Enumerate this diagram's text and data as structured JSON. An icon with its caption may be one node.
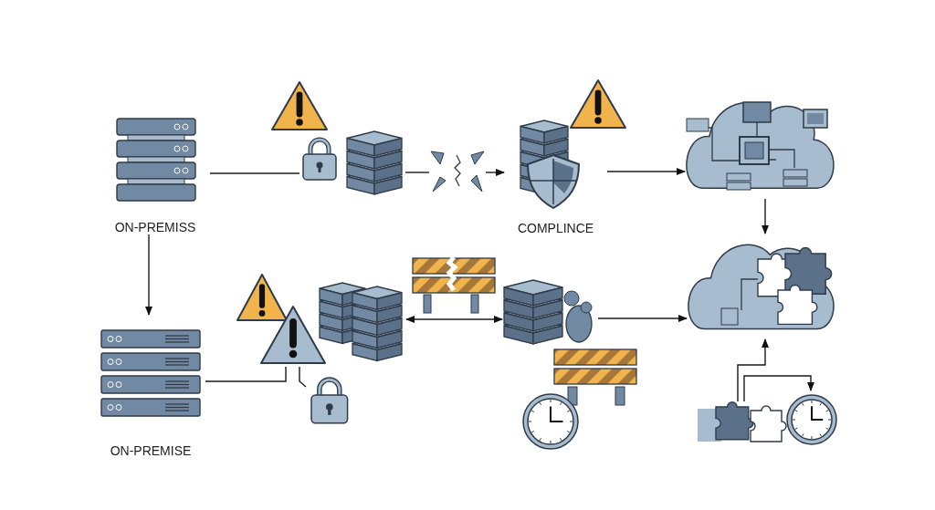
{
  "diagram": {
    "nodes": [
      {
        "text": [
          "ON-PREMISS"
        ]
      },
      {
        "text": [],
        "shape": "picture"
      },
      {
        "text": [],
        "shape": "picture"
      },
      {
        "text": [
          "COMPLINCE"
        ]
      },
      {
        "text": [],
        "shape": "cloud"
      },
      {
        "text": [
          "ON-PREMISE"
        ]
      },
      {
        "text": [],
        "shape": "picture"
      },
      {
        "text": [],
        "shape": "picture"
      },
      {
        "text": [],
        "shape": "picture"
      },
      {
        "text": [],
        "shape": "picture"
      },
      {
        "text": [],
        "shape": "cloud"
      },
      {
        "text": [],
        "shape": "picture"
      },
      {
        "text": [],
        "shape": "picture"
      }
    ],
    "edges": [
      {
        "from": 0,
        "to": 1,
        "arrow": "none"
      },
      {
        "from": 1,
        "to": 2,
        "arrow": "none"
      },
      {
        "from": 2,
        "to": 3,
        "arrow": "to"
      },
      {
        "from": 3,
        "to": 4,
        "arrow": "to"
      },
      {
        "from": 4,
        "to": 10,
        "arrow": "to"
      },
      {
        "from": 0,
        "to": 5,
        "arrow": "to"
      },
      {
        "from": 5,
        "to": 6,
        "arrow": "none"
      },
      {
        "from": 6,
        "to": 7,
        "arrow": "none"
      },
      {
        "from": 8,
        "to": 9,
        "arrow": "both"
      },
      {
        "from": 9,
        "to": 10,
        "arrow": "to"
      },
      {
        "from": 11,
        "to": 10,
        "arrow": "to"
      },
      {
        "from": 11,
        "to": 12,
        "arrow": "to"
      }
    ]
  }
}
